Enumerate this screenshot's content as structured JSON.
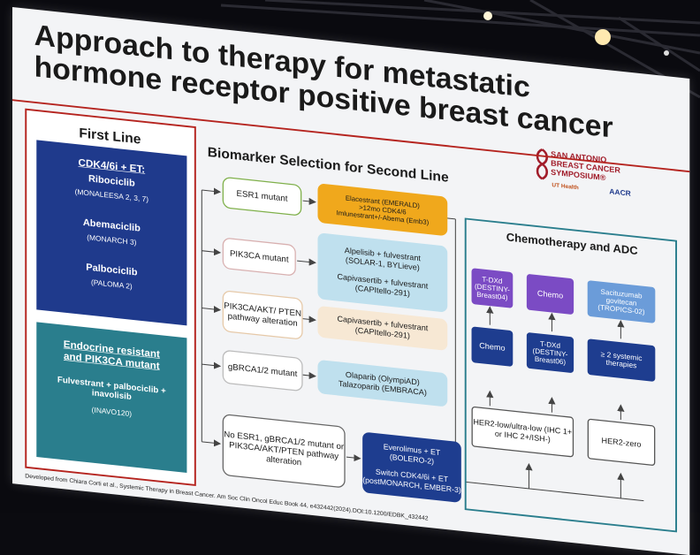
{
  "slide": {
    "title_line1": "Approach to therapy for metastatic",
    "title_line2": "hormone receptor positive breast cancer",
    "logo": {
      "line1": "SAN ANTONIO",
      "line2": "BREAST CANCER",
      "line3": "SYMPOSIUM®",
      "ut": "UT Health",
      "aacr": "AACR"
    },
    "first_line": {
      "heading": "First Line",
      "box1": {
        "title": "CDK4/6i + ET:",
        "drug1": "Ribociclib",
        "trial1": "(MONALEESA 2, 3, 7)",
        "drug2": "Abemaciclib",
        "trial2": "(MONARCH 3)",
        "drug3": "Palbociclib",
        "trial3": "(PALOMA 2)"
      },
      "box2": {
        "title_line1": "Endocrine resistant",
        "title_line2": "and PIK3CA mutant",
        "regimen_line1": "Fulvestrant + palbociclib +",
        "regimen_line2": "inavolisib",
        "trial": "(INAVO120)"
      }
    },
    "biomarker": {
      "heading": "Biomarker Selection for Second Line",
      "rows": [
        {
          "marker": "ESR1 mutant",
          "treatment": [
            "Elacestrant (EMERALD)",
            ">12mo CDK4/6",
            "Imlunestrant+/-Abema (Emb3)"
          ]
        },
        {
          "marker": "PIK3CA mutant",
          "treatment": [
            "Alpelisib + fulvestrant",
            "(SOLAR-1, BYLieve)",
            "",
            "Capivasertib + fulvestrant",
            "(CAPItello-291)"
          ]
        },
        {
          "marker": "PIK3CA/AKT/ PTEN pathway alteration",
          "treatment": [
            "Capivasertib + fulvestrant",
            "(CAPItello-291)"
          ]
        },
        {
          "marker": "gBRCA1/2 mutant",
          "treatment": [
            "Olaparib (OlympiAD)",
            "Talazoparib (EMBRACA)"
          ]
        },
        {
          "marker": "No ESR1, gBRCA1/2 mutant or PIK3CA/AKT/PTEN pathway alteration",
          "treatment": [
            "Everolimus + ET",
            "(BOLERO-2)",
            "",
            "Switch CDK4/6i + ET",
            "(postMONARCH, EMBER-3)"
          ]
        }
      ]
    },
    "chemo": {
      "heading": "Chemotherapy and ADC",
      "top": [
        "T-DXd (DESTINY-Breast04)",
        "Chemo",
        "Sacituzumab govitecan (TROPICS-02)"
      ],
      "mid": [
        "Chemo",
        "T-DXd (DESTINY-Breast06)",
        "≥ 2 systemic therapies"
      ],
      "bottom": [
        "HER2-low/ultra-low (IHC 1+ or IHC 2+/ISH-)",
        "HER2-zero"
      ]
    },
    "footer": "Developed from Chiara Corti et al., Systemic Therapy in Breast Cancer. Am Soc Clin Oncol Educ Book 44, e432442(2024).DOI:10.1200/EDBK_432442"
  },
  "colors": {
    "navy": "#1f3a8c",
    "teal": "#2a7e8d",
    "orange": "#f0a81c",
    "light_blue": "#bfe0ee",
    "peach": "#f7e8d4",
    "purple": "#7b4bc4",
    "dark_blue": "#1e3d8f",
    "sky": "#6b9cd9",
    "red": "#b5241f"
  }
}
